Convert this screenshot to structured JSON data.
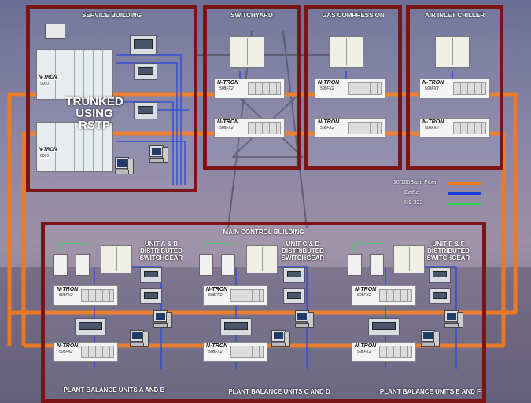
{
  "rooms": {
    "service_building": "SERVICE  BUILDING",
    "switchyard": "SWITCHYARD",
    "gas_compression": "GAS COMPRESSION",
    "air_inlet_chiller": "AIR INLET CHILLER",
    "main_control_building": "MAIN CONTROL BUILDING"
  },
  "subsections": {
    "unit_ab": "UNIT A & B\nDISTRIBUTED\nSWITCHGEAR",
    "unit_cd": "UNIT C & D\nDISTRIBUTED\nSWITCHGEAR",
    "unit_ef": "UNIT E & F\nDISTRIBUTED\nSWITCHGEAR",
    "plant_ab": "PLANT BALANCE UNITS A AND B",
    "plant_cd": "PLANT BALANCE UNITS C  AND D",
    "plant_ef": "PLANT BALANCE UNITS E  AND F"
  },
  "trunk_label": "TRUNKED\nUSING\nRSTP",
  "devices": {
    "brand": "N-TRON",
    "switch_model": "508FX2",
    "core_model": "9000"
  },
  "legend": [
    {
      "label": "10/100Base Fiber",
      "color": "#f07a1e"
    },
    {
      "label": "Cat5e",
      "color": "#1a3de0"
    },
    {
      "label": "RS 232",
      "color": "#2cd64a"
    }
  ],
  "colors": {
    "fiber": "#f07a1e",
    "copper": "#1a3de0",
    "serial": "#2cd64a",
    "room_border": "#7a1515"
  }
}
